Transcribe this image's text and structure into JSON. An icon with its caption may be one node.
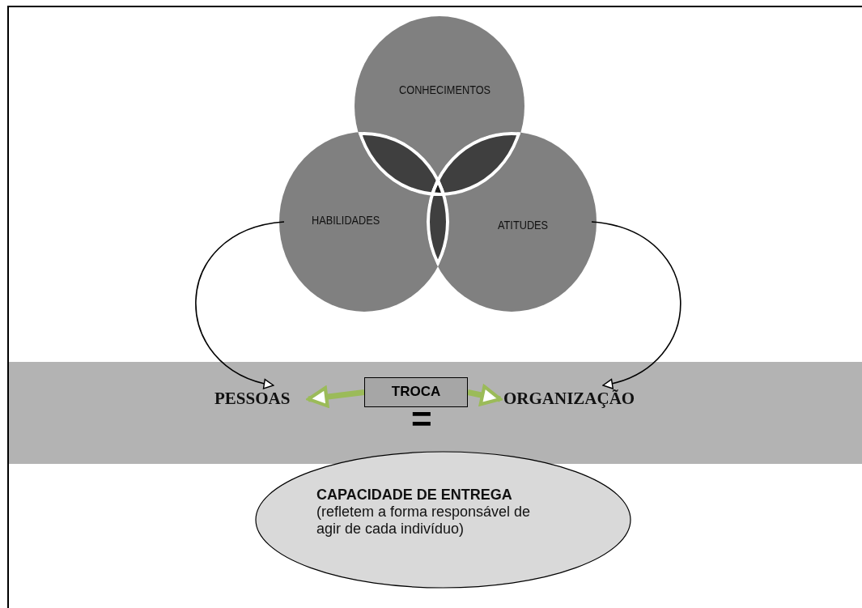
{
  "diagram": {
    "nodes": [
      {
        "text": [
          "CONHECIMENTOS"
        ]
      },
      {
        "text": [
          "HABILIDADES"
        ]
      },
      {
        "text": [
          "ATITUDES"
        ]
      },
      {
        "text": [],
        "shape": "bar"
      },
      {
        "text": [
          "PESSOAS"
        ],
        "in": 3
      },
      {
        "text": [
          "TROCA"
        ],
        "in": 3
      },
      {
        "text": [
          "ORGANIZAÇÃO"
        ],
        "in": 3
      },
      {
        "text": [
          "CAPACIDADE DE ENTREGA",
          "(refletem a forma responsável de agir de cada indivíduo)"
        ]
      }
    ],
    "edges": [
      {
        "from": 1,
        "to": 4,
        "arrow": "to"
      },
      {
        "from": 2,
        "to": 6,
        "arrow": "to"
      },
      {
        "from": 5,
        "to": 4,
        "arrow": "to",
        "style": "thick",
        "color": "#9bbb59"
      },
      {
        "from": 5,
        "to": 6,
        "arrow": "to",
        "style": "thick",
        "color": "#9bbb59"
      }
    ],
    "labels": [
      "="
    ]
  }
}
